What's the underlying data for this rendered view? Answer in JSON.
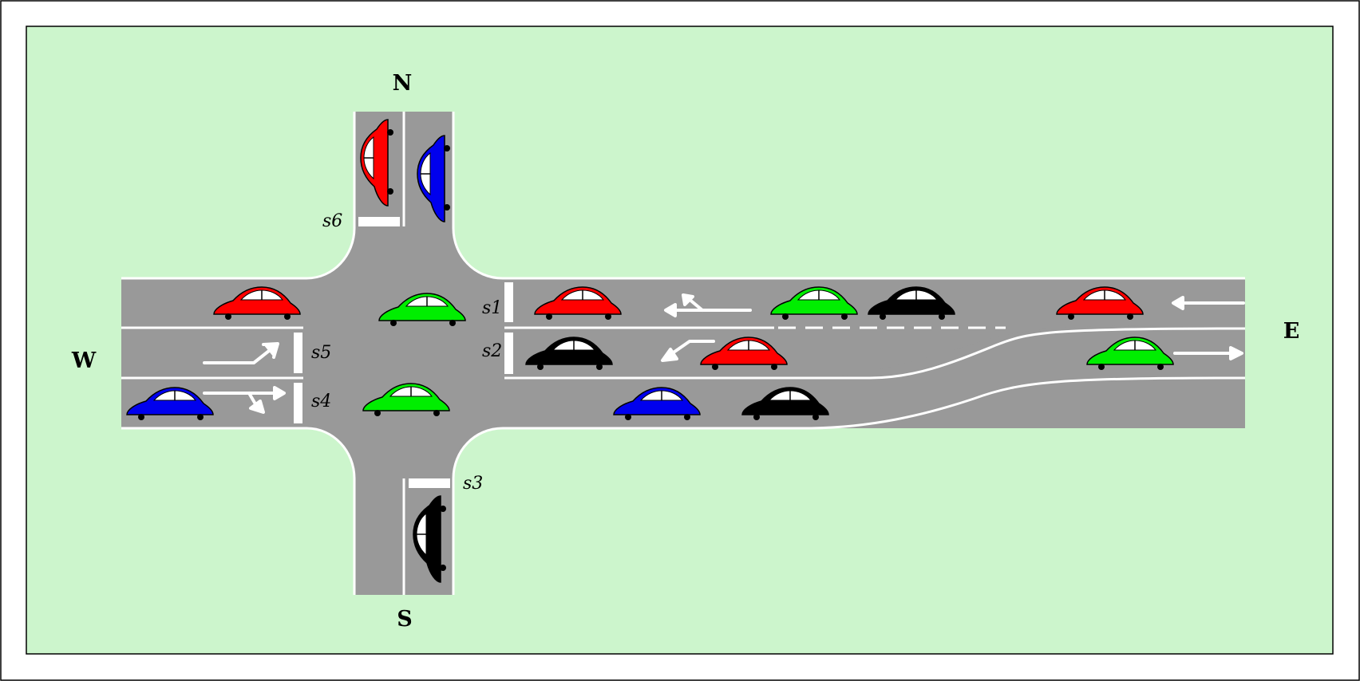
{
  "directions": {
    "north": "N",
    "south": "S",
    "west": "W",
    "east": "E"
  },
  "signals": {
    "s1": "s1",
    "s2": "s2",
    "s3": "s3",
    "s4": "s4",
    "s5": "s5",
    "s6": "s6"
  },
  "colors": {
    "background": "#ffffff",
    "grass": "#ccf5cc",
    "road": "#999999",
    "marking": "#ffffff",
    "red": "#ff0000",
    "green": "#00ee00",
    "blue": "#0000ee",
    "black": "#000000"
  },
  "cars": [
    {
      "id": "w-east-lane",
      "color": "red",
      "heading": "east"
    },
    {
      "id": "w-lane3",
      "color": "blue",
      "heading": "east"
    },
    {
      "id": "center-upper",
      "color": "green",
      "heading": "east"
    },
    {
      "id": "center-lower",
      "color": "green",
      "heading": "east"
    },
    {
      "id": "e-lane1-a",
      "color": "red",
      "heading": "east"
    },
    {
      "id": "e-lane1-b",
      "color": "green",
      "heading": "east"
    },
    {
      "id": "e-lane1-c",
      "color": "black",
      "heading": "east"
    },
    {
      "id": "e-lane1-d",
      "color": "red",
      "heading": "east"
    },
    {
      "id": "e-lane2-a",
      "color": "black",
      "heading": "east"
    },
    {
      "id": "e-lane2-b",
      "color": "red",
      "heading": "east"
    },
    {
      "id": "e-lane2-c",
      "color": "green",
      "heading": "east"
    },
    {
      "id": "e-lane3-a",
      "color": "blue",
      "heading": "east"
    },
    {
      "id": "e-lane3-b",
      "color": "black",
      "heading": "east"
    },
    {
      "id": "n-left",
      "color": "red",
      "heading": "north"
    },
    {
      "id": "n-right",
      "color": "blue",
      "heading": "north"
    },
    {
      "id": "s-right",
      "color": "black",
      "heading": "north"
    }
  ]
}
